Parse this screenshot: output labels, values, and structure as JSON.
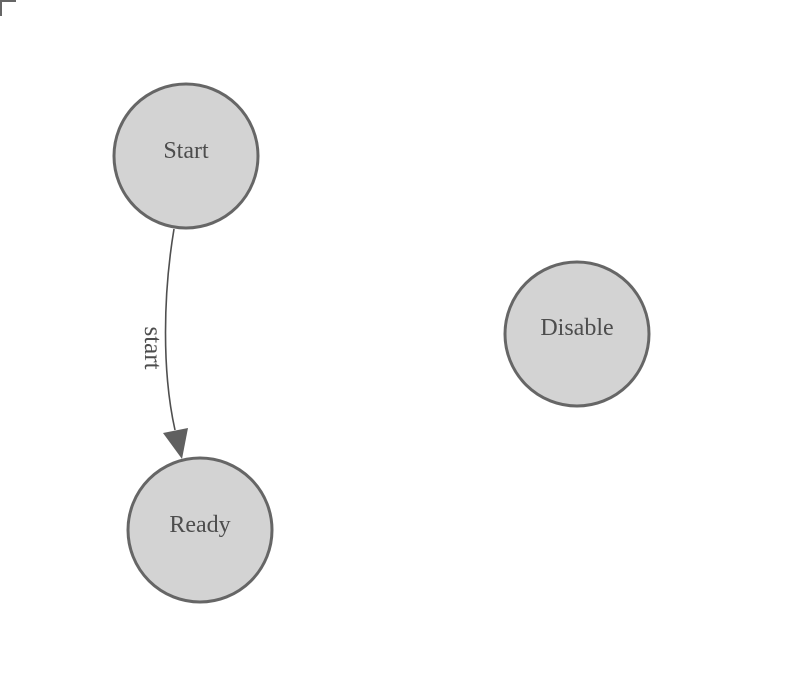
{
  "diagram": {
    "type": "state-machine-graph",
    "nodes": [
      {
        "id": "Start",
        "label": "Start"
      },
      {
        "id": "Ready",
        "label": "Ready"
      },
      {
        "id": "Disable",
        "label": "Disable"
      }
    ],
    "edges": [
      {
        "from": "Start",
        "to": "Ready",
        "label": "start"
      }
    ],
    "colors": {
      "background": "#ffffff",
      "node_fill": "#d3d3d3",
      "node_stroke": "#666666",
      "node_label_text": "#4d4d4d",
      "edge_label_text": "#4d4d4d",
      "edge_stroke": "#4f4f4f",
      "arrowhead_fill": "#606060",
      "corner_mark": "#666666"
    }
  }
}
